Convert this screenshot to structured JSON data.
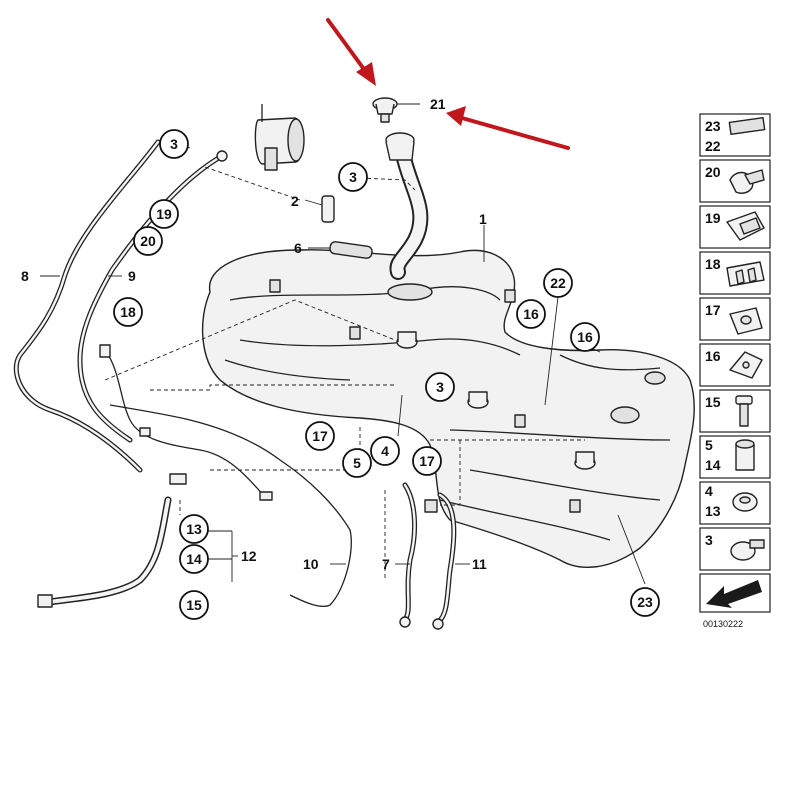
{
  "diagram": {
    "reference_code": "00130222",
    "accent_color": "#c0171c"
  },
  "callouts": {
    "c1": "1",
    "c2": "2",
    "c3a": "3",
    "c3b": "3",
    "c3c": "3",
    "c4": "4",
    "c5": "5",
    "c6": "6",
    "c7": "7",
    "c8": "8",
    "c9": "9",
    "c10": "10",
    "c11": "11",
    "c12": "12",
    "c13": "13",
    "c14": "14",
    "c15": "15",
    "c16a": "16",
    "c16b": "16",
    "c17a": "17",
    "c17b": "17",
    "c18": "18",
    "c19": "19",
    "c20": "20",
    "c21": "21",
    "c22": "22",
    "c23": "23"
  },
  "legend": {
    "r1_top": "23",
    "r1_bottom": "22",
    "r2_top": "20",
    "r3_top": "19",
    "r4_top": "18",
    "r5_top": "17",
    "r6_top": "16",
    "r7_top": "15",
    "r8_top": "5",
    "r8_bottom": "14",
    "r9_top": "4",
    "r9_bottom": "13",
    "r10_top": "3"
  }
}
